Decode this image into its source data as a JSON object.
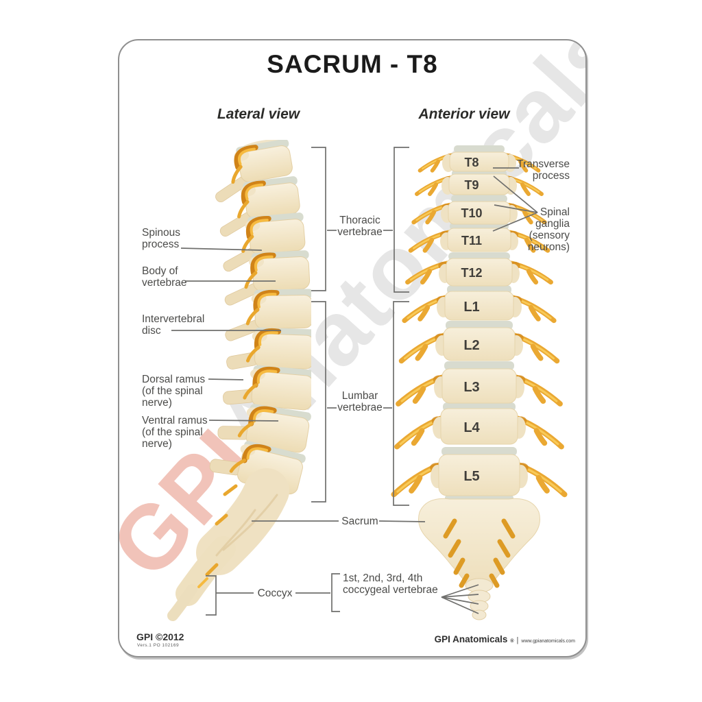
{
  "card": {
    "title": "SACRUM - T8",
    "watermark": {
      "gpi": "GPI",
      "rest": "Anatomicals",
      "reg": "®"
    },
    "views": {
      "lateral": "Lateral view",
      "anterior": "Anterior view"
    },
    "lateral_annotations": {
      "spinous_process": "Spinous\nprocess",
      "body_of_vertebrae": "Body of\nvertebrae",
      "intervertebral_disc": "Intervertebral\ndisc",
      "dorsal_ramus": "Dorsal ramus\n(of the spinal\nnerve)",
      "ventral_ramus": "Ventral ramus\n(of the spinal\nnerve)"
    },
    "region_annotations": {
      "thoracic": "Thoracic\nvertebrae",
      "lumbar": "Lumbar\nvertebrae",
      "sacrum": "Sacrum",
      "coccyx": "Coccyx",
      "coccygeal": "1st, 2nd, 3rd, 4th\ncoccygeal vertebrae"
    },
    "anterior_annotations": {
      "transverse_process": "Transverse\nprocess",
      "spinal_ganglia": "Spinal\nganglia\n(sensory\nneurons)"
    },
    "vertebrae": [
      "T8",
      "T9",
      "T10",
      "T11",
      "T12",
      "L1",
      "L2",
      "L3",
      "L4",
      "L5"
    ],
    "footer": {
      "left_main": "GPI ©2012",
      "left_sub": "Vers.1  PO 102169",
      "right_main": "GPI Anatomicals",
      "right_reg": "®",
      "right_divider": "|",
      "right_url": "www.gpianatomicals.com"
    },
    "colors": {
      "bone": "#f2e7cd",
      "bone_shadow": "#e3d0a8",
      "disc": "#d8dbcf",
      "nerve": "#eaa832",
      "nerve_dark": "#c27c14",
      "label_text": "#4b4b49",
      "leader_line": "#6f6f6d",
      "title_text": "#1b1b1b",
      "watermark_gray": "#dcdcdc",
      "watermark_red": "#d65032"
    }
  }
}
